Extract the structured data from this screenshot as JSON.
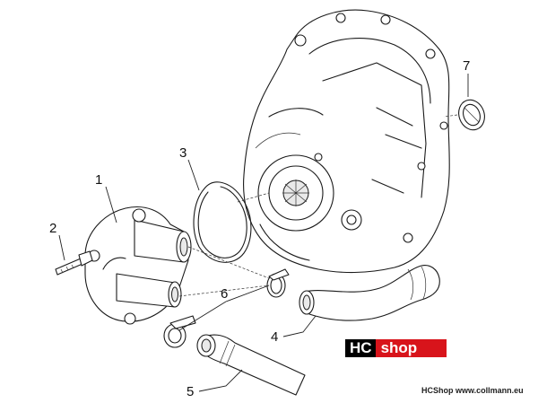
{
  "diagram": {
    "callouts": [
      "1",
      "2",
      "3",
      "4",
      "5",
      "6",
      "7"
    ]
  },
  "logo": {
    "left_text": "HC",
    "right_text": "shop"
  },
  "credit": "HCShop www.collmann.eu",
  "colors": {
    "logo_black": "#000000",
    "logo_red": "#d8141b",
    "line": "#1a1a1a"
  }
}
